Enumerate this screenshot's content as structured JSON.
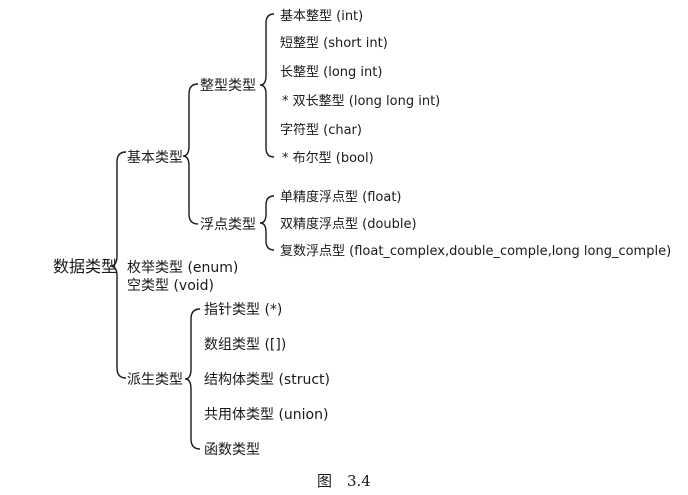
{
  "root": {
    "label": "数据类型"
  },
  "groups": {
    "basic": {
      "label": "基本类型",
      "integer": {
        "label": "整型类型",
        "items": [
          "基本整型 (int)",
          "短整型 (short int)",
          "长整型 (long int)",
          "* 双长整型 (long long int)",
          "字符型 (char)",
          "* 布尔型 (bool)"
        ]
      },
      "float": {
        "label": "浮点类型",
        "items": [
          "单精度浮点型 (float)",
          "双精度浮点型 (double)",
          "复数浮点型 (float_complex,double_comple,long long_comple)"
        ]
      }
    },
    "enum": {
      "label": "枚举类型 (enum)"
    },
    "void": {
      "label": "空类型 (void)"
    },
    "derived": {
      "label": "派生类型",
      "items": [
        "指针类型 (*)",
        "数组类型 ([])",
        "结构体类型 (struct)",
        "共用体类型 (union)",
        "函数类型"
      ]
    }
  },
  "caption": {
    "text": "图　3.4"
  }
}
